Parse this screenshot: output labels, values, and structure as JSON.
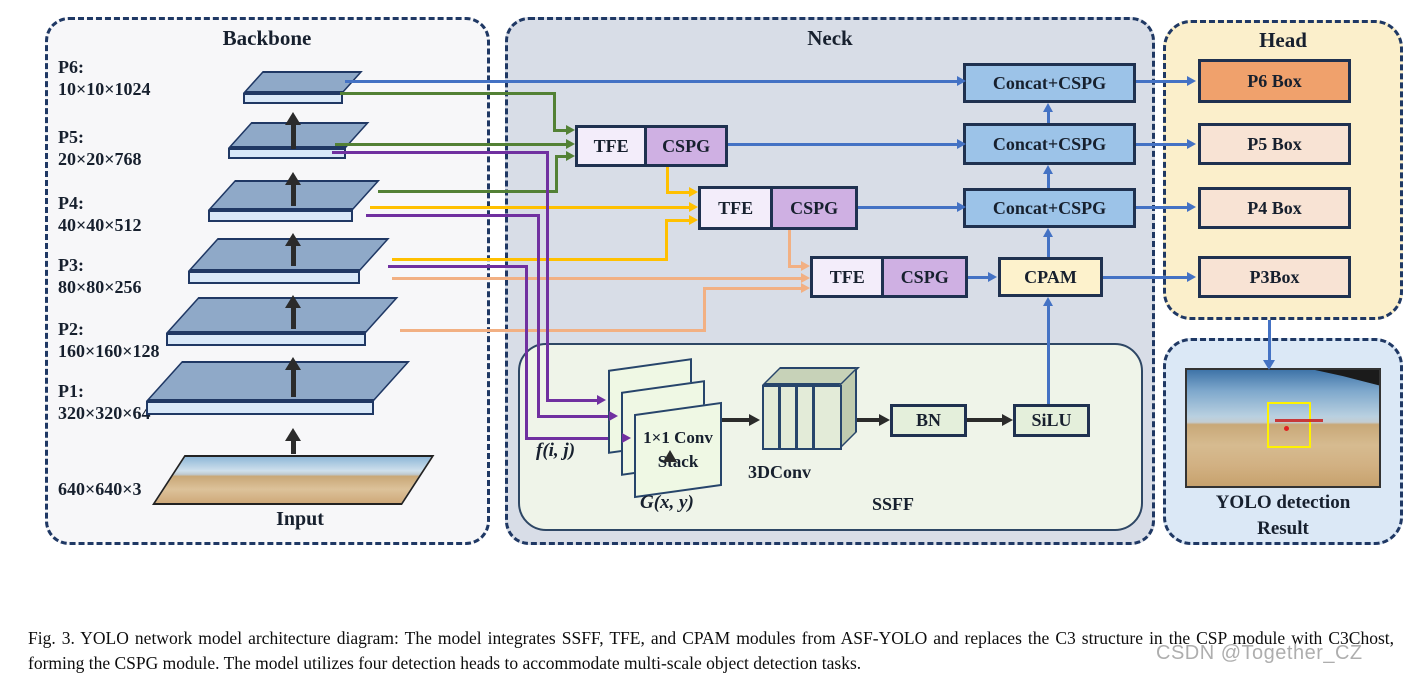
{
  "palette": {
    "navy_border": "#1F3864",
    "neck_bg": "#D8DDE7",
    "backbone_bg": "#F7F7F9",
    "head_bg": "#FBEFCB",
    "result_bg": "#DBE8F6",
    "ssff_bg": "#EFF4E9",
    "concat_fill": "#9CC3E8",
    "tfe_fill": "#F3EDFA",
    "cspg_fill": "#CFB0E3",
    "cpam_fill": "#FDF2CC",
    "bn_silu_fill": "#E4EFDB",
    "p6_box_fill": "#F0A16C",
    "p_box_fill": "#F8E3D4",
    "slab_top_fill": "#8FA9C8",
    "slab_front_fill": "#D9E8F8",
    "line_blue": "#4472C4",
    "line_green": "#538135",
    "line_purple": "#7030A0",
    "line_yellow": "#FFC000",
    "line_orange": "#F2B083",
    "detection_box_yellow": "#FFF200"
  },
  "backbone": {
    "title": "Backbone",
    "layers": [
      {
        "name": "P6:",
        "dims": "10×10×1024"
      },
      {
        "name": "P5:",
        "dims": "20×20×768"
      },
      {
        "name": "P4:",
        "dims": "40×40×512"
      },
      {
        "name": "P3:",
        "dims": "80×80×256"
      },
      {
        "name": "P2:",
        "dims": "160×160×128"
      },
      {
        "name": "P1:",
        "dims": "320×320×64"
      }
    ],
    "input_dims": "640×640×3",
    "input_label": "Input"
  },
  "neck": {
    "title": "Neck",
    "tfe": "TFE",
    "cspg": "CSPG",
    "concat_cspg": "Concat+CSPG",
    "cpam": "CPAM",
    "ssff": {
      "label": "SSFF",
      "conv_stack_line1": "1×1 Conv",
      "conv_stack_line2": "Stack",
      "conv3d": "3DConv",
      "bn": "BN",
      "silu": "SiLU",
      "f_label": "f(i, j)",
      "g_label": "G(x, y)"
    }
  },
  "head": {
    "title": "Head",
    "boxes": [
      "P6 Box",
      "P5 Box",
      "P4 Box",
      "P3Box"
    ]
  },
  "result": {
    "line1": "YOLO detection",
    "line2": "Result"
  },
  "caption": "Fig. 3.  YOLO network model architecture diagram: The model integrates SSFF, TFE, and CPAM modules from ASF-YOLO and replaces the C3 structure in the CSP module with C3Chost, forming the CSPG module. The model utilizes four detection heads to accommodate multi-scale object detection tasks.",
  "watermark": "CSDN @Together_CZ"
}
